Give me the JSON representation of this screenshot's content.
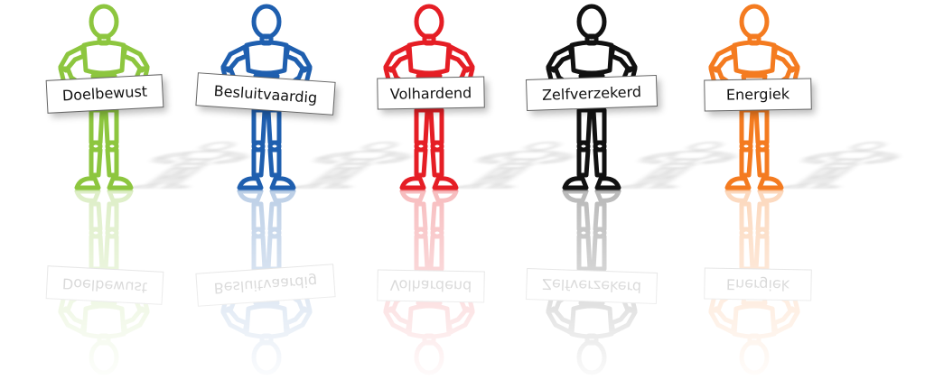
{
  "figures": [
    {
      "label": "Doelbewust",
      "color": "#8DC63F"
    },
    {
      "label": "Besluitvaardig",
      "color": "#1F5FAF"
    },
    {
      "label": "Volhardend",
      "color": "#E51E25"
    },
    {
      "label": "Zelfverzekerd",
      "color": "#111111"
    },
    {
      "label": "Energiek",
      "color": "#F47B20"
    }
  ]
}
